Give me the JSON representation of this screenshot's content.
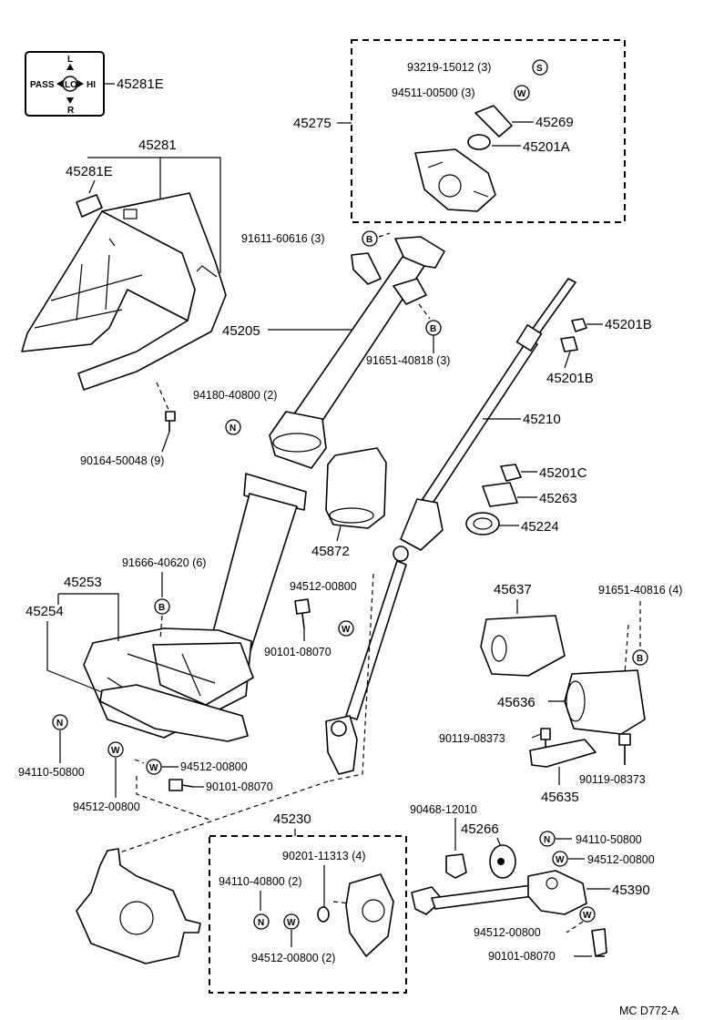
{
  "legend": {
    "left": "L",
    "right": "R",
    "pass": "PASS",
    "lo": "LO",
    "hi": "HI"
  },
  "parts": {
    "p45281E_top": "45281E",
    "p45281": "45281",
    "p45281E_side": "45281E",
    "p90164": "90164-50048 (9)",
    "p94180": "94180-40800 (2)",
    "p45275": "45275",
    "p93219": "93219-15012 (3)",
    "p94511": "94511-00500 (3)",
    "p45269": "45269",
    "p45201A": "45201A",
    "p91611": "91611-60616 (3)",
    "p45205": "45205",
    "p91651_818": "91651-40818 (3)",
    "p45201B_1": "45201B",
    "p45201B_2": "45201B",
    "p45210": "45210",
    "p45201C": "45201C",
    "p45263": "45263",
    "p45224": "45224",
    "p45872": "45872",
    "p91666": "91666-40620 (6)",
    "p45253": "45253",
    "p45254": "45254",
    "p94512_a": "94512-00800",
    "p90101_a": "90101-08070",
    "p45637": "45637",
    "p91651_816": "91651-40816 (4)",
    "p45636": "45636",
    "p90119_a": "90119-08373",
    "p90119_b": "90119-08373",
    "p45635": "45635",
    "p94110_left": "94110-50800",
    "p94512_left": "94512-00800",
    "p94512_mid": "94512-00800",
    "p90101_mid": "90101-08070",
    "p45230": "45230",
    "p90201": "90201-11313 (4)",
    "p94110_box": "94110-40800 (2)",
    "p94512_box": "94512-00800 (2)",
    "p90468": "90468-12010",
    "p45266": "45266",
    "p94110_r": "94110-50800",
    "p94512_r": "94512-00800",
    "p45390": "45390",
    "p94512_bot": "94512-00800",
    "p90101_bot": "90101-08070"
  },
  "markers": {
    "s": "S",
    "w": "W",
    "b": "B",
    "n": "N"
  },
  "footer": {
    "code": "MC  D772-A"
  }
}
